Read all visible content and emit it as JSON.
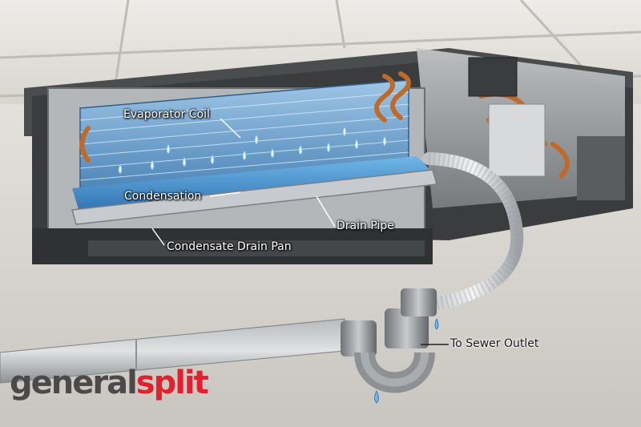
{
  "labels": {
    "evaporator_coil": "Evaporator Coil",
    "condensation": "Condensation",
    "drain_pipe": "Drain Pipe",
    "condensate_drain_pan": "Condensate Drain Pan",
    "to_sewer_outlet": "To Sewer Outlet"
  },
  "logo": {
    "part1": "general",
    "part2": "split"
  },
  "colors": {
    "logo_gray": "#4a4a4a",
    "logo_red": "#e5202e",
    "water": "#6fb6e8"
  }
}
